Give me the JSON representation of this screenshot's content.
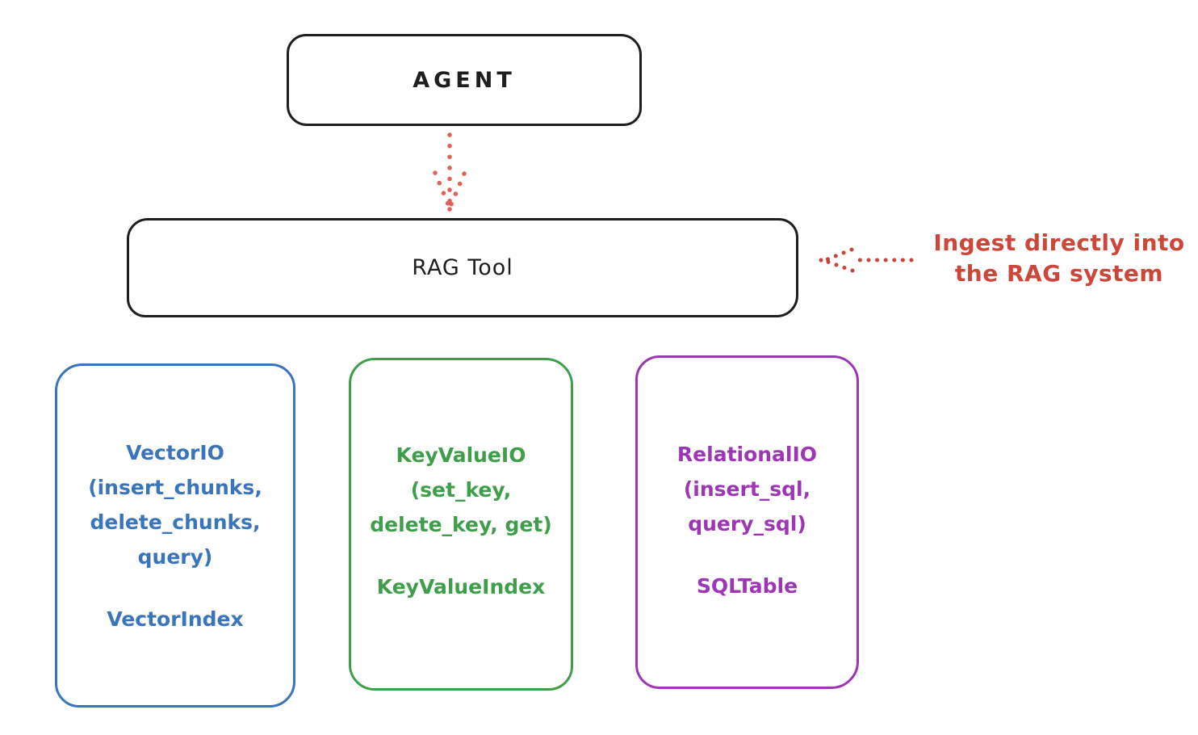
{
  "agent_box": {
    "label": "AGENT"
  },
  "rag_tool_box": {
    "label": "RAG Tool"
  },
  "annotation": {
    "line1": "Ingest directly into",
    "line2": "the RAG system"
  },
  "arrows": {
    "agent_to_rag": "dotted-down-arrow",
    "ingest_to_rag": "dotted-left-arrow"
  },
  "modules": [
    {
      "name": "VectorIO",
      "title_lines": [
        "VectorIO",
        "(insert_chunks,",
        "delete_chunks,",
        "query)"
      ],
      "index_label": "VectorIndex",
      "color": "#3a74ba"
    },
    {
      "name": "KeyValueIO",
      "title_lines": [
        "KeyValueIO",
        "(set_key,",
        "delete_key, get)",
        ""
      ],
      "index_label": "KeyValueIndex",
      "color": "#3f9e4a"
    },
    {
      "name": "RelationalIO",
      "title_lines": [
        "RelationalIO",
        "(insert_sql,",
        "query_sql)",
        ""
      ],
      "index_label": "SQLTable",
      "color": "#9c36b5"
    }
  ],
  "colors": {
    "box_stroke": "#1e1e1e",
    "arrow_down_red": "#e0605a",
    "arrow_left_red": "#c7463b",
    "annotation_red": "#cc4639",
    "background": "#ffffff"
  }
}
